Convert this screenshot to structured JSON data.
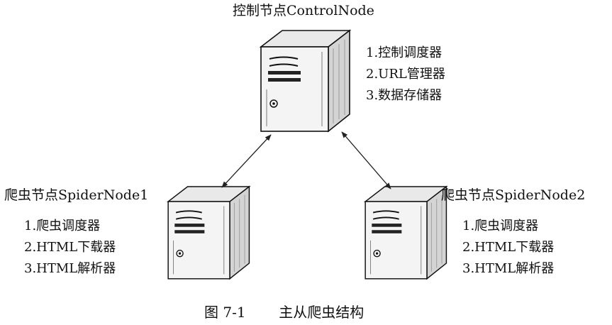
{
  "nodes": {
    "control": {
      "title": "控制节点ControlNode",
      "features": [
        "1.控制调度器",
        "2.URL管理器",
        "3.数据存储器"
      ]
    },
    "spider1": {
      "title": "爬虫节点SpiderNode1",
      "features": [
        "1.爬虫调度器",
        "2.HTML下载器",
        "3.HTML解析器"
      ]
    },
    "spider2": {
      "title": "爬虫节点SpiderNode2",
      "features": [
        "1.爬虫调度器",
        "2.HTML下载器",
        "3.HTML解析器"
      ]
    }
  },
  "caption": {
    "number": "图 7-1",
    "text": "主从爬虫结构"
  },
  "icons": {
    "server": "server-icon",
    "arrow": "double-headed-arrow"
  }
}
